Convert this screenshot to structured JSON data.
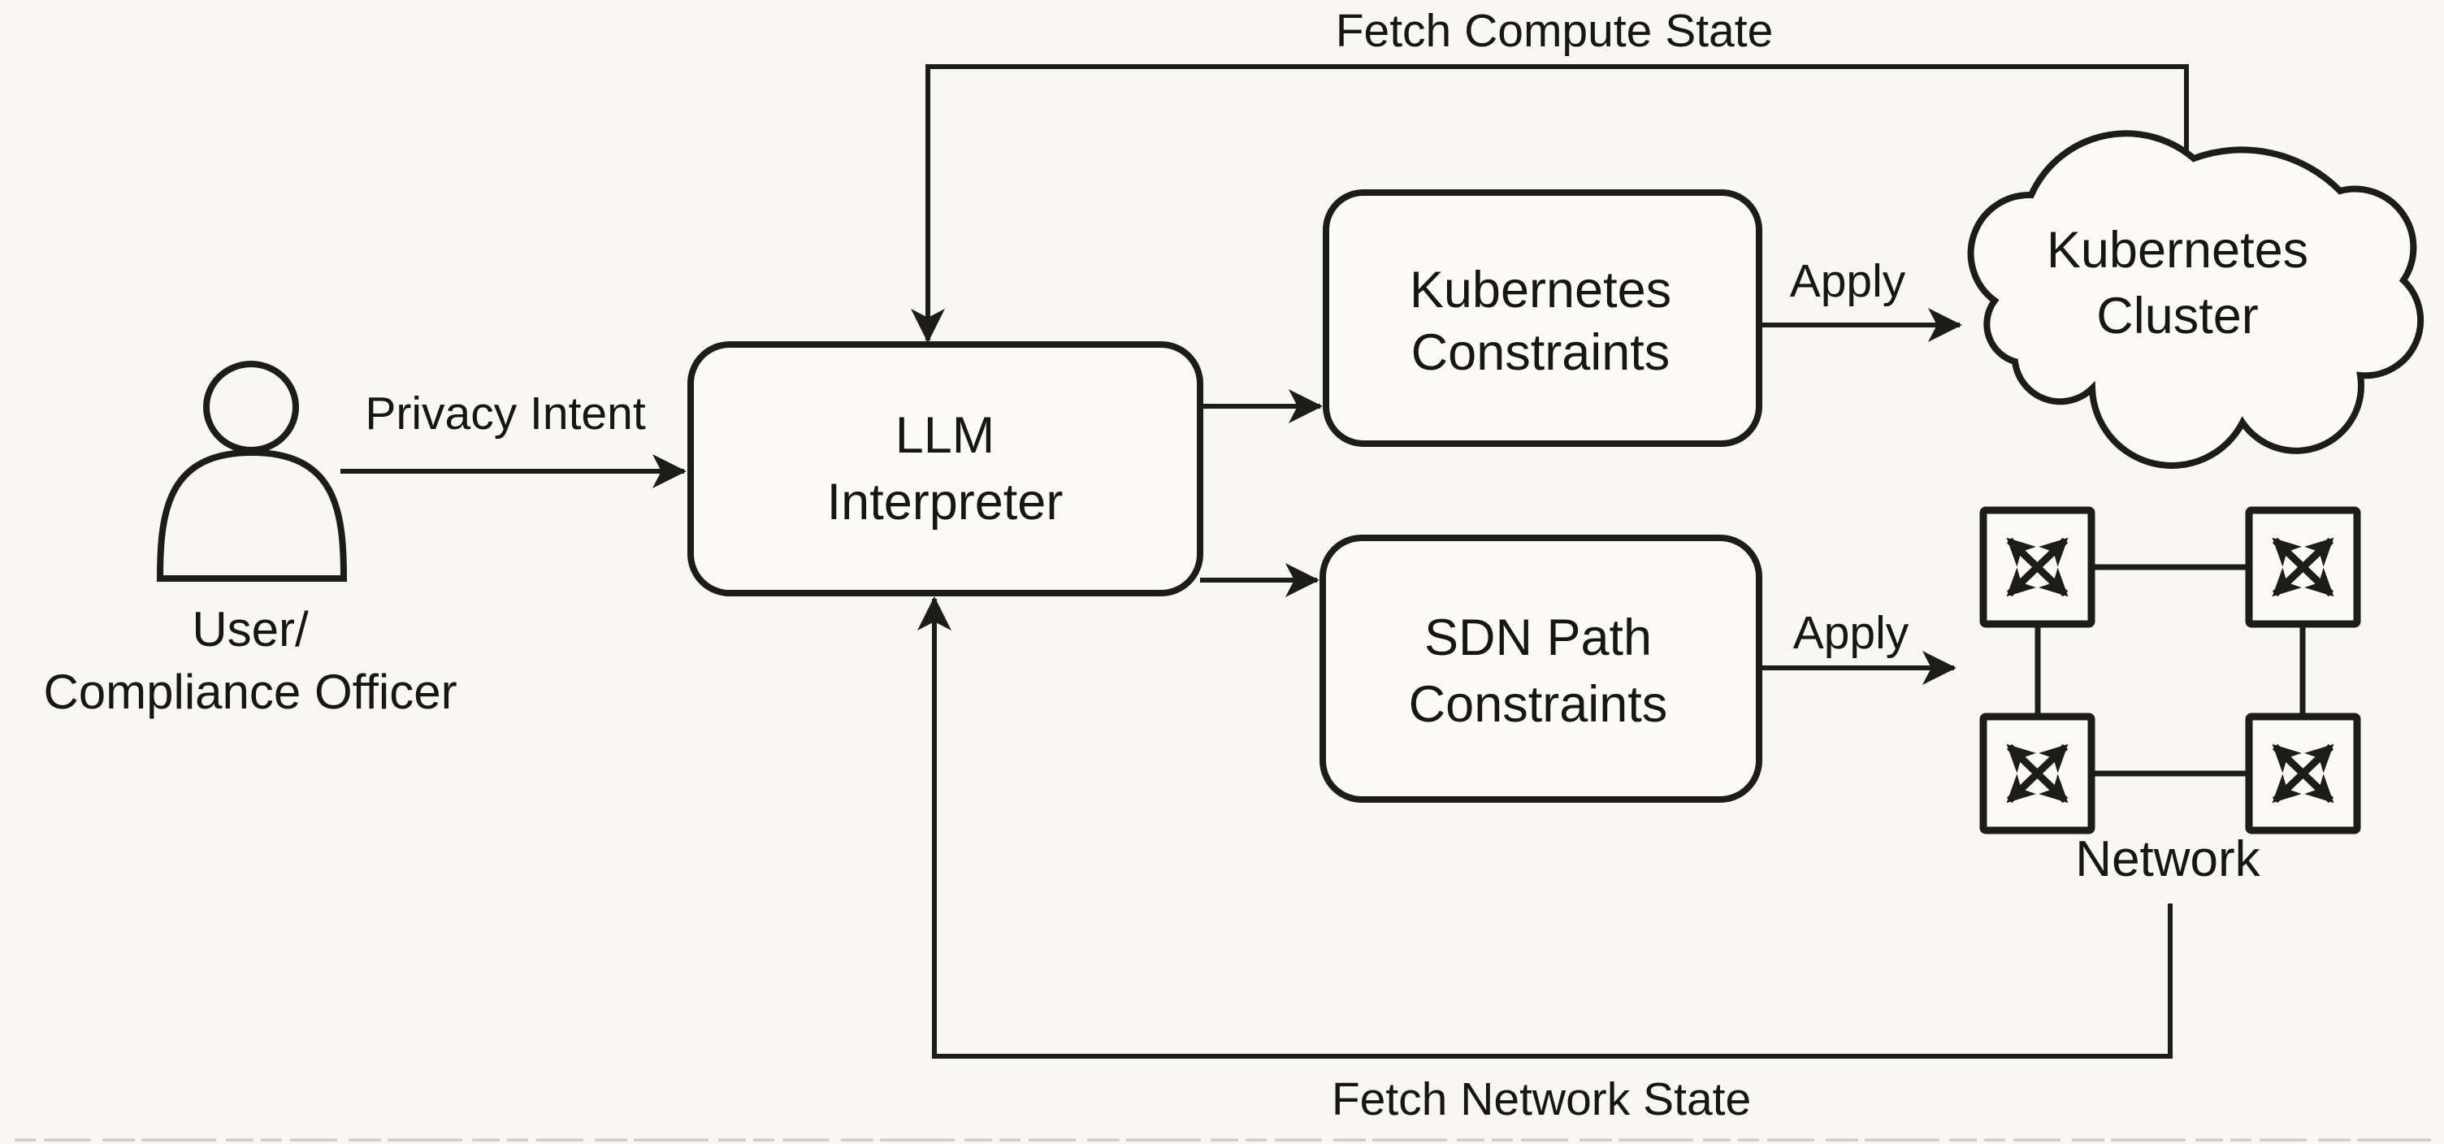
{
  "colors": {
    "background": "#f8f7f4",
    "surface": "#fbfaf8",
    "ink": "#1c1c1a",
    "text": "#161614",
    "artifact": "#c9c6c1"
  },
  "diagram": {
    "actor": {
      "line1": "User/",
      "line2": "Compliance Officer"
    },
    "llm": {
      "line1": "LLM",
      "line2": "Interpreter"
    },
    "k8s_constraints": {
      "line1": "Kubernetes",
      "line2": "Constraints"
    },
    "sdn_constraints": {
      "line1": "SDN Path",
      "line2": "Constraints"
    },
    "k8s_cluster": {
      "line1": "Kubernetes",
      "line2": "Cluster"
    },
    "network": {
      "label": "Network"
    },
    "edges": {
      "privacy_intent": "Privacy Intent",
      "apply_compute": "Apply",
      "apply_network": "Apply",
      "fetch_compute": "Fetch Compute State",
      "fetch_network": "Fetch Network State"
    }
  }
}
